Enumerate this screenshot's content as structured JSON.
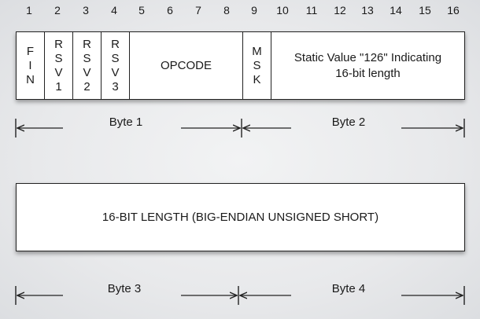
{
  "bit_numbers": [
    "1",
    "2",
    "3",
    "4",
    "5",
    "6",
    "7",
    "8",
    "9",
    "10",
    "11",
    "12",
    "13",
    "14",
    "15",
    "16"
  ],
  "header_fields": {
    "fin": "F\nI\nN",
    "rsv1": "R\nS\nV\n1",
    "rsv2": "R\nS\nV\n2",
    "rsv3": "R\nS\nV\n3",
    "opcode": "OPCODE",
    "msk": "M\nS\nK",
    "payload_len_line1": "Static Value \"126\" Indicating",
    "payload_len_line2": "16-bit length"
  },
  "extended_length": {
    "label": "16-BIT LENGTH (BIG-ENDIAN UNSIGNED SHORT)"
  },
  "byte_labels": {
    "byte1": "Byte 1",
    "byte2": "Byte 2",
    "byte3": "Byte 3",
    "byte4": "Byte 4"
  }
}
